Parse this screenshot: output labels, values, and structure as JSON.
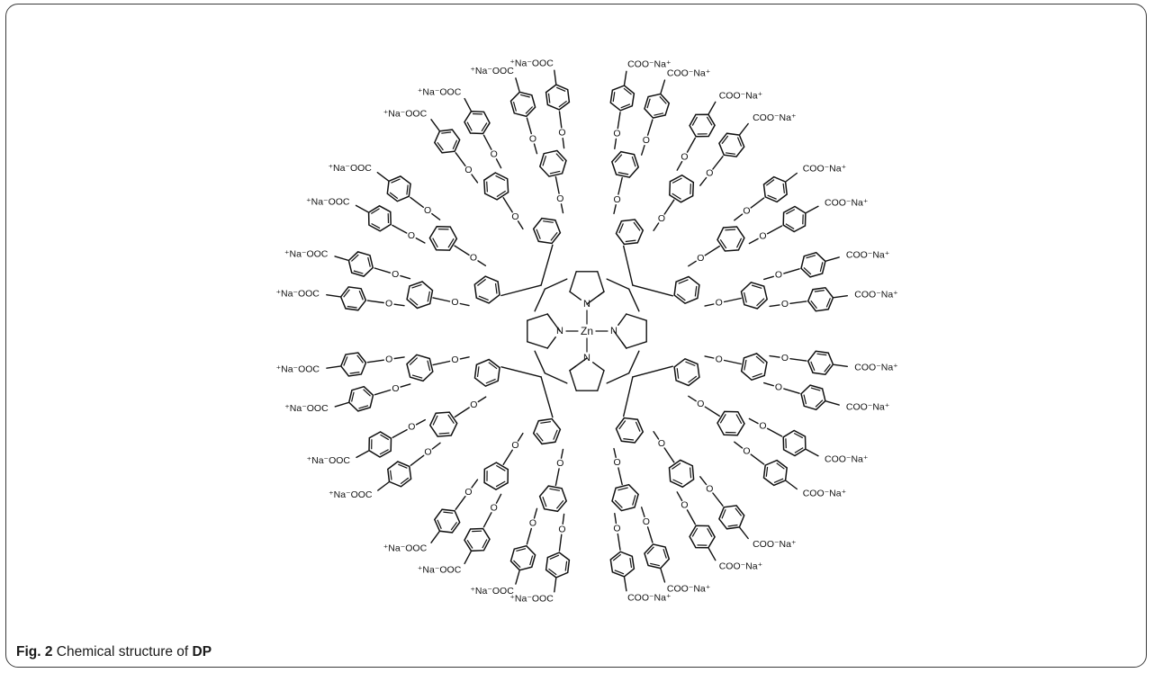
{
  "caption": {
    "fig_label": "Fig. 2",
    "text": " Chemical structure of ",
    "compound": "DP"
  },
  "core": {
    "metal": "Zn",
    "nitrogen_label": "N"
  },
  "molecule": {
    "arms": 8,
    "terminal_groups": 32,
    "terminal_group_label": "COO⁻Na⁺",
    "terminal_group_label_left": "⁺Na⁻OOC",
    "linker_oxygen_label": "O",
    "line_color": "#111111"
  }
}
